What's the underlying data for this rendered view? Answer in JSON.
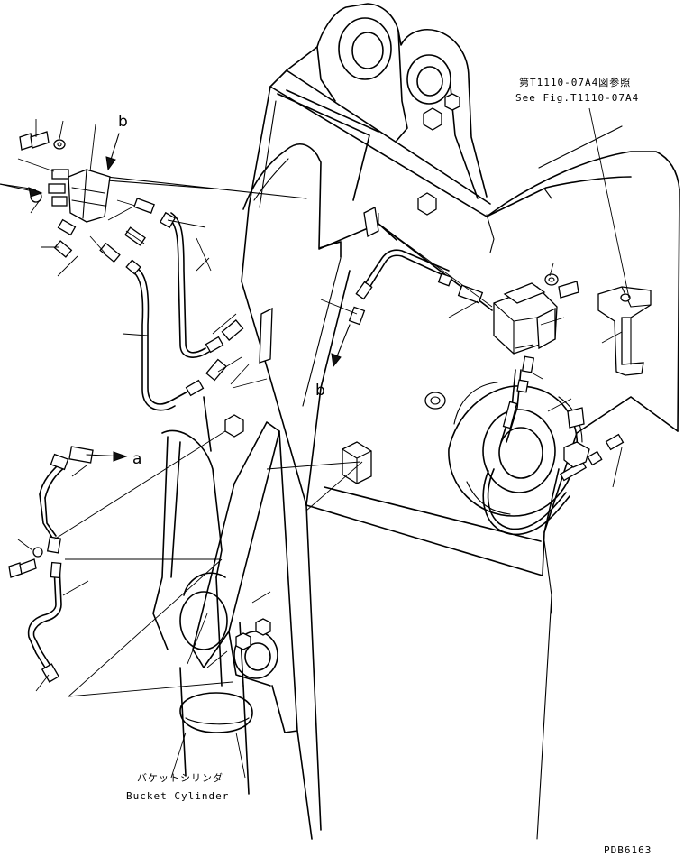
{
  "callouts": {
    "fig_ref_jp": "第T1110-07A4図参照",
    "fig_ref_en": "See Fig.T1110-07A4",
    "cylinder_jp": "バケットシリンダ",
    "cylinder_en": "Bucket Cylinder",
    "drawing_code": "PDB6163"
  },
  "markers": {
    "b_top": "b",
    "b_mid": "b",
    "a": "a"
  }
}
